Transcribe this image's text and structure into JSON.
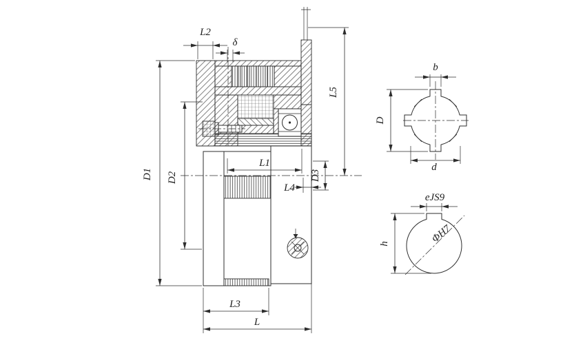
{
  "drawing": {
    "background": "#ffffff",
    "line_color": "#2d2d2d",
    "views": {
      "section": {
        "dims": {
          "L2": "L2",
          "delta": "δ",
          "D1": "D1",
          "D2": "D2",
          "L1": "L1",
          "L4": "L4",
          "D3": "D3",
          "L5": "L5",
          "L3": "L3",
          "L": "L"
        }
      },
      "spline": {
        "dims": {
          "b": "b",
          "D": "D",
          "d": "d"
        }
      },
      "keyway": {
        "dims": {
          "e": "eJS9",
          "h": "h",
          "bore": "ΦH7"
        }
      }
    }
  }
}
